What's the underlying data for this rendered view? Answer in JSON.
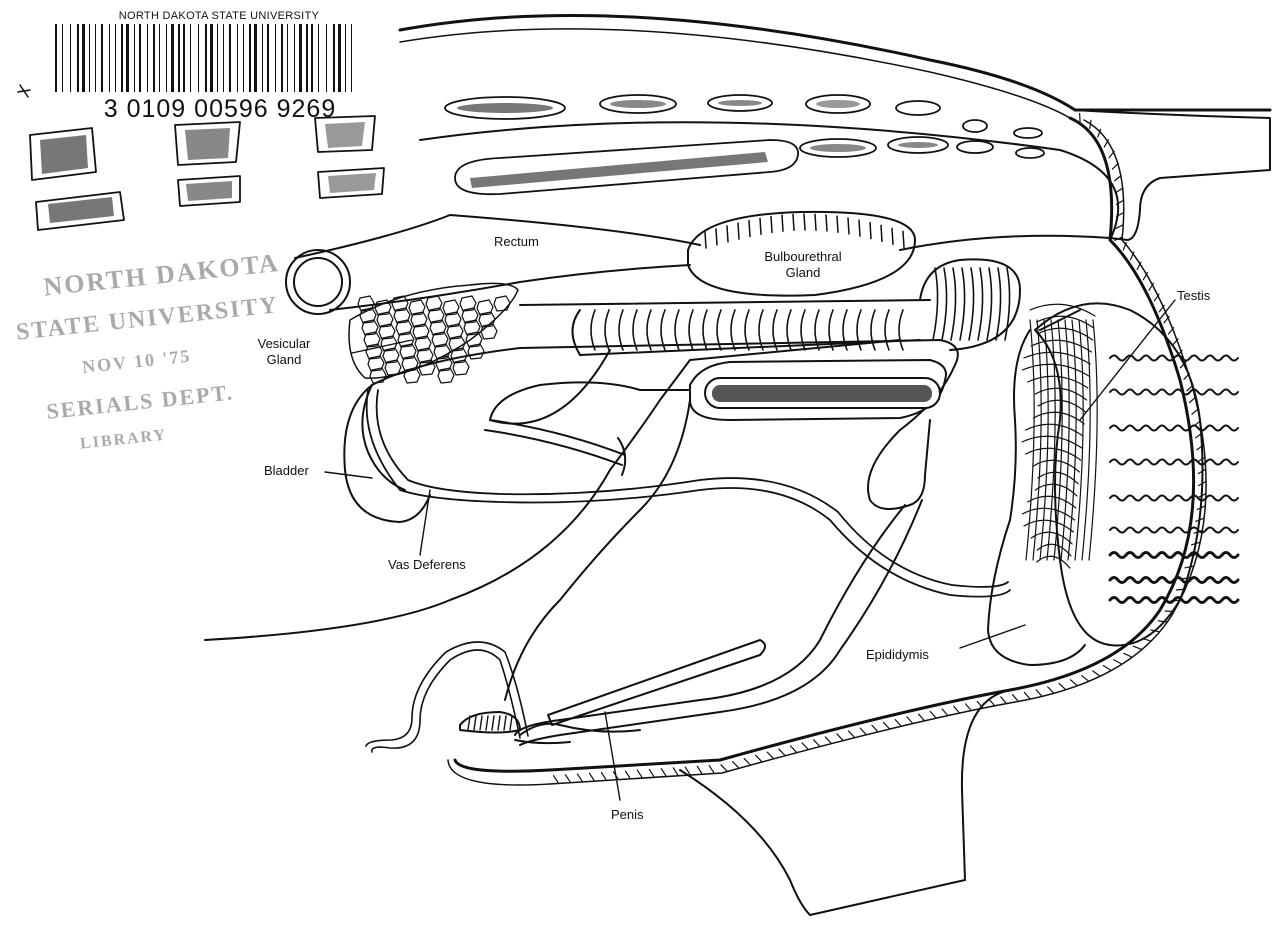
{
  "barcode": {
    "institution": "NORTH DAKOTA STATE UNIVERSITY",
    "number": "3 0109 00596 9269"
  },
  "stamp": {
    "line1": "NORTH DAKOTA",
    "line2": "STATE UNIVERSITY",
    "line3": "NOV 10 '75",
    "line4": "SERIALS DEPT.",
    "line5": "LIBRARY"
  },
  "labels": {
    "rectum": "Rectum",
    "bulbourethral_line1": "Bulbourethral",
    "bulbourethral_line2": "Gland",
    "vesicular_line1": "Vesicular",
    "vesicular_line2": "Gland",
    "bladder": "Bladder",
    "vas_deferens": "Vas Deferens",
    "testis": "Testis",
    "epididymis": "Epididymis",
    "penis": "Penis"
  }
}
